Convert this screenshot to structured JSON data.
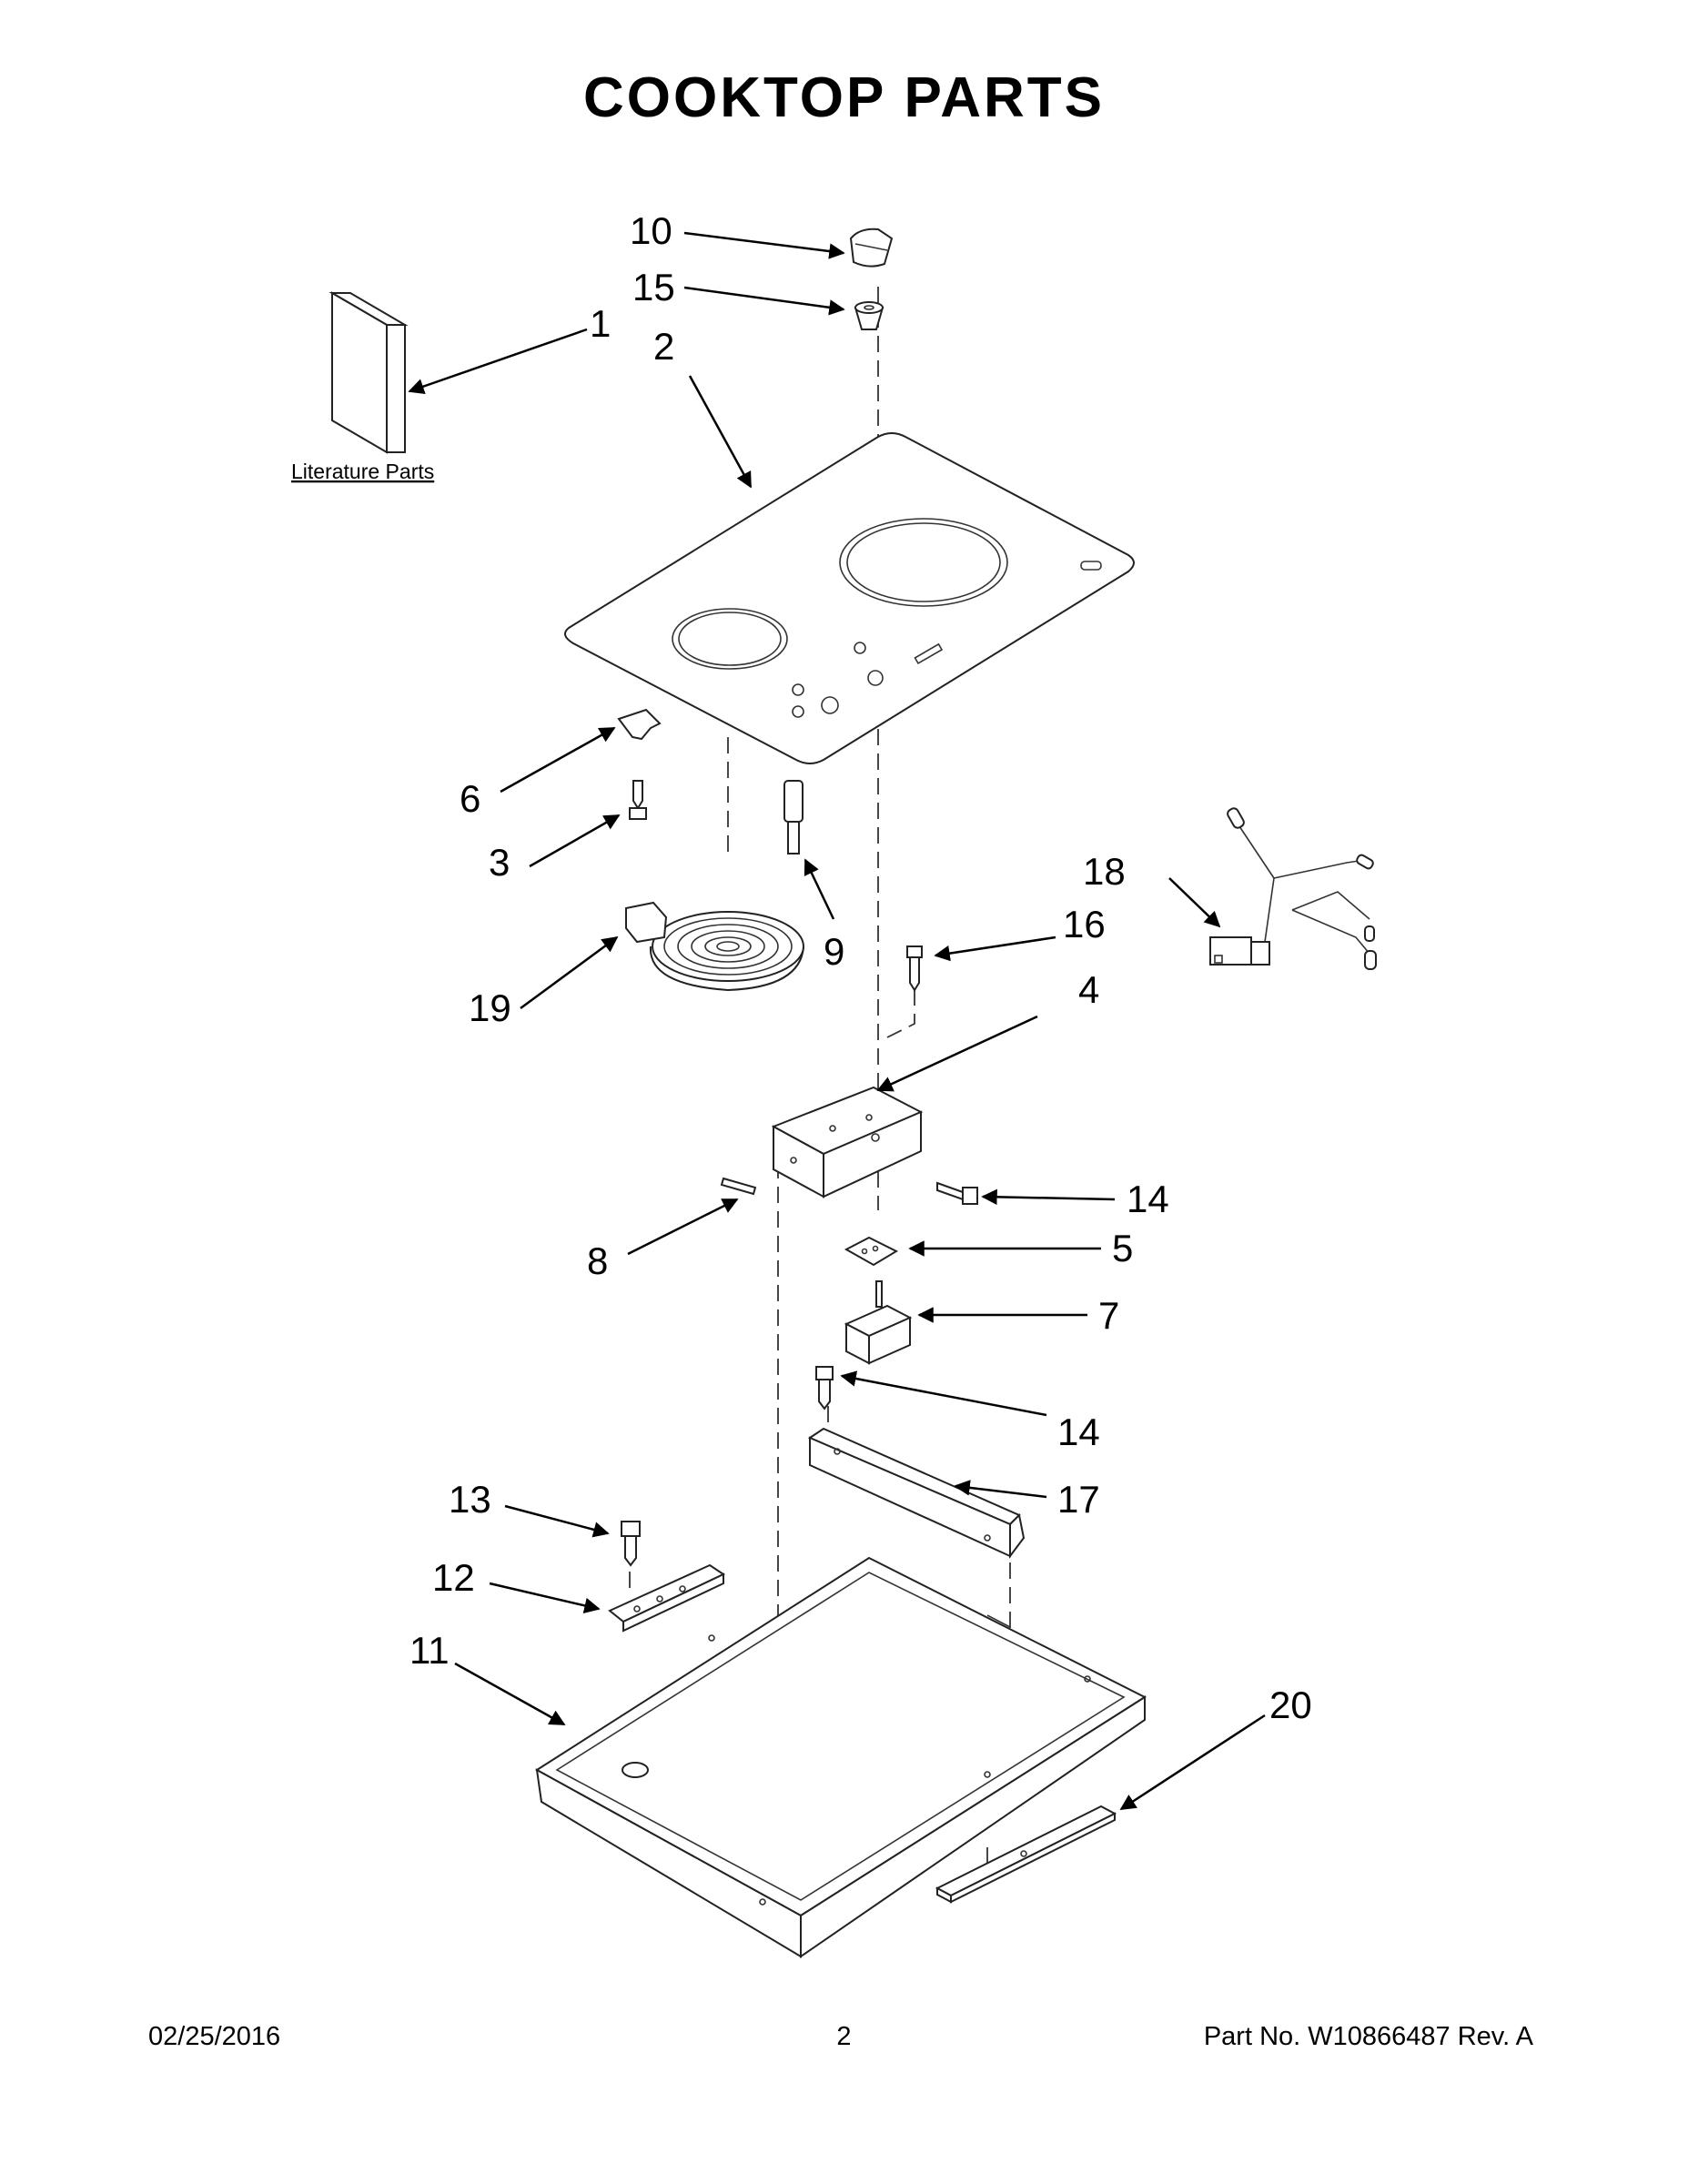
{
  "page_title": "COOKTOP PARTS",
  "literature_label": "Literature Parts",
  "callouts": {
    "c1": "1",
    "c2": "2",
    "c3": "3",
    "c4": "4",
    "c5": "5",
    "c6": "6",
    "c7": "7",
    "c8": "8",
    "c9": "9",
    "c10": "10",
    "c11": "11",
    "c12": "12",
    "c13": "13",
    "c14a": "14",
    "c14b": "14",
    "c15": "15",
    "c16": "16",
    "c17": "17",
    "c18": "18",
    "c19": "19",
    "c20": "20"
  },
  "footer": {
    "date": "02/25/2016",
    "page": "2",
    "part": "Part No.  W10866487   Rev.  A"
  }
}
